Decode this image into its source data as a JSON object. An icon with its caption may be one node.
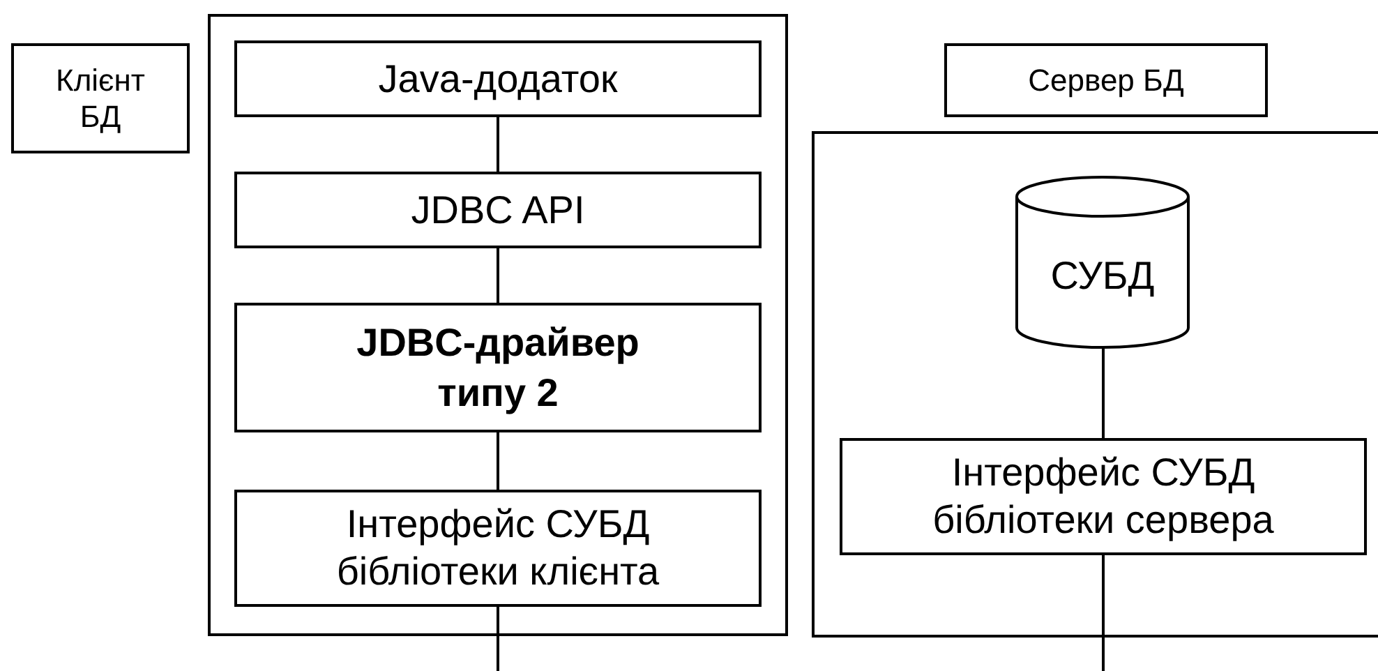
{
  "diagram": {
    "nodes": [
      {
        "text": [
          "Клієнт БД"
        ]
      },
      {
        "text": [],
        "shape": "box"
      },
      {
        "text": [
          "Java-додаток"
        ],
        "in": 1
      },
      {
        "text": [
          "JDBC API"
        ],
        "in": 1
      },
      {
        "text": [
          "JDBC-драйвер типу 2"
        ],
        "in": 1
      },
      {
        "text": [
          "Інтерфейс СУБД бібліотеки клієнта"
        ],
        "in": 1
      },
      {
        "text": [
          "Сервер БД"
        ]
      },
      {
        "text": [],
        "shape": "box"
      },
      {
        "text": [
          "СУБД"
        ],
        "in": 7
      },
      {
        "text": [
          "Інтерфейс СУБД бібліотеки сервера"
        ],
        "in": 7
      }
    ],
    "edges": [
      {
        "from": 2,
        "to": 3,
        "arrow": "none"
      },
      {
        "from": 3,
        "to": 4,
        "arrow": "none"
      },
      {
        "from": 4,
        "to": 5,
        "arrow": "none"
      },
      {
        "from": 5,
        "to": null,
        "arrow": "none"
      },
      {
        "from": 8,
        "to": 9,
        "arrow": "none"
      },
      {
        "from": 9,
        "to": null,
        "arrow": "none"
      }
    ]
  }
}
